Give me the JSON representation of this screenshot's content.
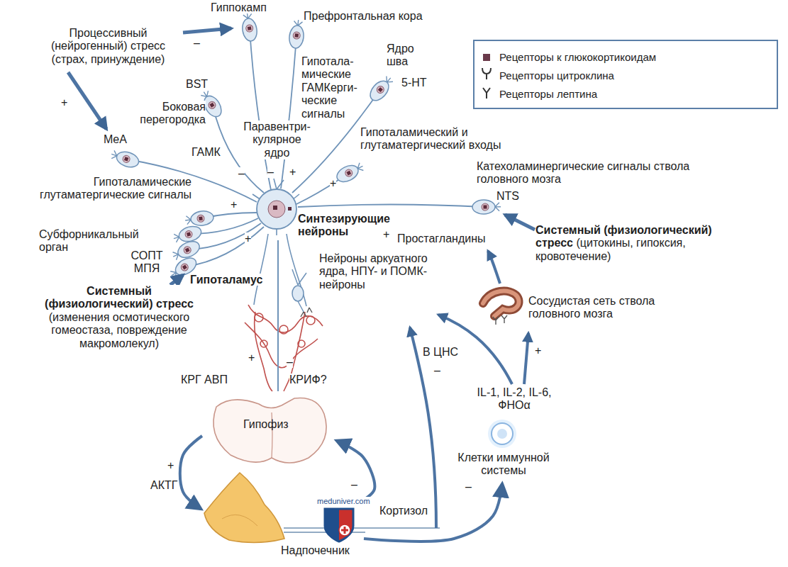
{
  "diagram": {
    "nodes": [
      {
        "text": [
          "Синтезирующие нейроны"
        ]
      },
      {
        "text": [
          "Гипофиз"
        ]
      },
      {
        "text": [
          "Надпочечник"
        ]
      },
      {
        "text": [
          "Клетки иммунной системы"
        ]
      },
      {
        "text": [
          "Сосудистая сеть ствола головного мозга"
        ]
      }
    ],
    "edges": [
      {
        "from": 1,
        "to": 2,
        "arrow": "to"
      },
      {
        "from": 2,
        "to": 1,
        "arrow": "to"
      },
      {
        "from": 2,
        "to": 3,
        "arrow": "to"
      },
      {
        "from": 0,
        "to": 1,
        "arrow": "none"
      }
    ],
    "labels": [
      "Процессивный (нейрогенный) стресс (страх, принуждение)",
      "–",
      "+",
      "Гиппокамп",
      "Префронтальная кора",
      "Гипотала- мические ГАМКерги- ческие сигналы",
      "Ядро шва",
      "5-HT",
      "BST",
      "Боковая перегородка",
      "MeA",
      "ГАМК",
      "Паравентри- кулярное ядро",
      "–",
      "–",
      "+",
      "Гипоталамический и глутаматергический входы",
      "+",
      "Катехоламинергические сигналы ствола головного мозга",
      "NTS",
      "Гипоталамические глутаматергические сигналы",
      "+",
      "Субфорникальный орган",
      "+",
      "СОПТ МПЯ",
      "Гипоталамус",
      "Системный (физиологический) стресс",
      "(изменения осмотического гомеостаза, повреждение макромолекул)",
      "Системный (физиологический) стресс",
      "(цитокины, гипоксия, кровотечение)",
      "Простагландины",
      "+",
      "Нейроны аркуатного ядра, НПY- и ПОМК- нейроны",
      "КРГ АВП",
      "+",
      "–",
      "КРИФ?",
      "В ЦНС",
      "–",
      "IL-1, IL-2, IL-6, ФНОα",
      "+",
      "+",
      "АКТГ",
      "–",
      "Кортизол",
      "–",
      "meduniver.com"
    ],
    "legend": [
      {
        "text": "Рецепторы к глюкокортикоидам"
      },
      {
        "text": "Рецепторы цитроклина"
      },
      {
        "text": "Рецепторы лептина"
      }
    ]
  }
}
